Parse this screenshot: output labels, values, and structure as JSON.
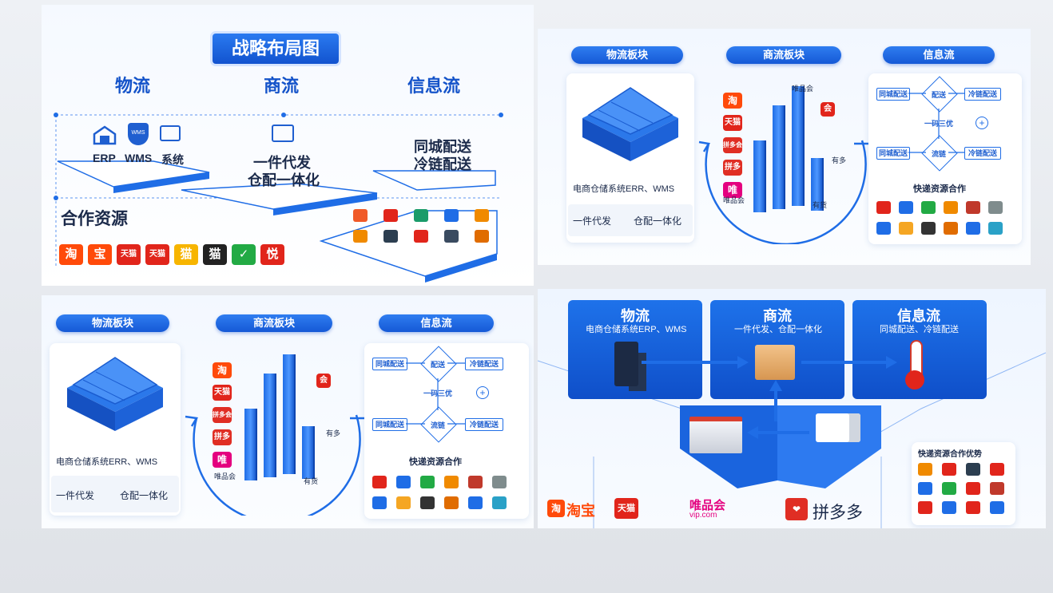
{
  "p1": {
    "title": "战略布局图",
    "col1": "物流",
    "col2": "商流",
    "col3": "信息流",
    "erp": "ERP",
    "wms": "WMS",
    "sys": "系统",
    "wms_badge": "WMS",
    "mid1": "一件代发",
    "mid2": "仓配一体化",
    "right1": "同城配送",
    "right2": "冷链配送",
    "partners": "合作资源",
    "logos": [
      {
        "t": "淘",
        "c": "#ff4a0a"
      },
      {
        "t": "宝",
        "c": "#ff4a0a"
      },
      {
        "t": "天猫",
        "c": "#e1251b"
      },
      {
        "t": "天猫",
        "c": "#e1251b"
      },
      {
        "t": "猫",
        "c": "#f7b500"
      },
      {
        "t": "猫",
        "c": "#222222"
      },
      {
        "t": "✓",
        "c": "#22aa44"
      },
      {
        "t": "悦",
        "c": "#e1251b"
      }
    ]
  },
  "p2": {
    "pill1": "物流板块",
    "pill2": "商流板块",
    "pill3": "信息流",
    "ware": "电商仓储系统ERR、WMS",
    "btn1": "一件代发",
    "btn2": "仓配一体化",
    "brands": [
      {
        "t": "淘",
        "c": "#ff4a0a"
      },
      {
        "t": "天猫",
        "c": "#e1251b"
      },
      {
        "t": "拼多会",
        "c": "#e02e24"
      },
      {
        "t": "拼多",
        "c": "#e02e24"
      },
      {
        "t": "唯",
        "c": "#e4007f"
      }
    ],
    "vip": "唯品会",
    "lbl_top": "唯品会",
    "lbl_you": "有多",
    "lbl_huo": "有货",
    "lbl_bottom": "唯品会",
    "flow": {
      "a": "同城配送",
      "b": "配送",
      "c": "冷链配送",
      "d": "一码三优",
      "e": "同城配送",
      "f": "流链",
      "g": "冷链配送"
    },
    "express": "快递资源合作"
  },
  "p3": {
    "pill1": "物流板块",
    "pill2": "商流板块",
    "pill3": "信息流",
    "ware": "电商仓储系统ERR、WMS",
    "btn1": "一件代发",
    "btn2": "仓配一体化",
    "brands": [
      {
        "t": "淘",
        "c": "#ff4a0a"
      },
      {
        "t": "天猫",
        "c": "#e1251b"
      },
      {
        "t": "拼多会",
        "c": "#e02e24"
      },
      {
        "t": "拼多",
        "c": "#e02e24"
      },
      {
        "t": "唯",
        "c": "#e4007f"
      }
    ],
    "lbl_you": "有多",
    "lbl_huo": "有货",
    "lbl_bottom": "唯品会",
    "flow": {
      "a": "同城配送",
      "b": "配送",
      "c": "冷链配送",
      "d": "一码三优",
      "e": "同城配送",
      "f": "流链",
      "g": "冷链配送"
    },
    "express": "快递资源合作"
  },
  "p4": {
    "h1": "物流",
    "s1": "电商仓储系统ERP、WMS",
    "h2": "商流",
    "s2": "一件代发、仓配一体化",
    "h3": "信息流",
    "s3": "同城配送、冷链配送",
    "adv": "快递资源合作优势",
    "taobao": "淘宝",
    "tmall": "天猫",
    "vip": "唯品会",
    "vip_en": "vip.com",
    "pdd": "拼多多"
  },
  "colors": {
    "accent": "#1f6de6",
    "accent_dark": "#0f4fc9",
    "bg": "#f5f9ff"
  }
}
